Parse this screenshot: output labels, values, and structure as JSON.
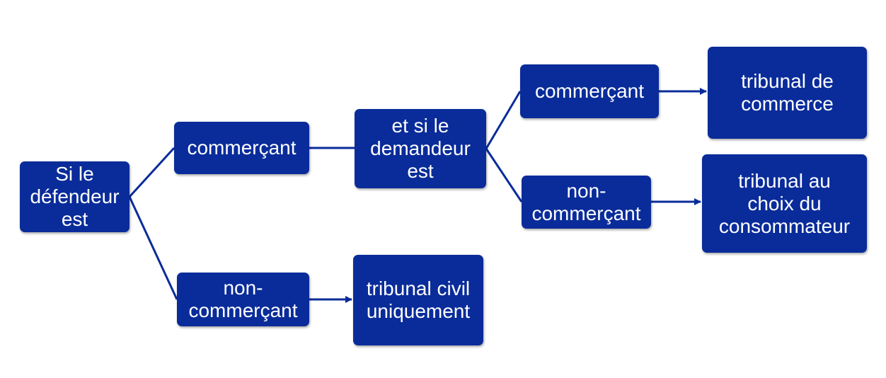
{
  "diagram": {
    "nodes": {
      "defendeur": "Si le\ndéfendeur\nest",
      "commercant_1": "commerçant",
      "non_commercant_1": "non-\ncommerçant",
      "demandeur": "et si le\ndemandeur\nest",
      "tribunal_civil": "tribunal civil\nuniquement",
      "commercant_2": "commerçant",
      "non_commercant_2": "non-\ncommerçant",
      "tribunal_commerce": "tribunal de\ncommerce",
      "tribunal_choix": "tribunal au\nchoix du\nconsommateur"
    },
    "edges": [
      {
        "from": "defendeur",
        "to": "commercant_1",
        "style": "line"
      },
      {
        "from": "defendeur",
        "to": "non_commercant_1",
        "style": "line"
      },
      {
        "from": "commercant_1",
        "to": "demandeur",
        "style": "line"
      },
      {
        "from": "non_commercant_1",
        "to": "tribunal_civil",
        "style": "arrow"
      },
      {
        "from": "demandeur",
        "to": "commercant_2",
        "style": "line"
      },
      {
        "from": "demandeur",
        "to": "non_commercant_2",
        "style": "line"
      },
      {
        "from": "commercant_2",
        "to": "tribunal_commerce",
        "style": "arrow"
      },
      {
        "from": "non_commercant_2",
        "to": "tribunal_choix",
        "style": "arrow"
      }
    ],
    "colors": {
      "node_fill": "#0a2c9a",
      "node_text": "#ffffff",
      "connector": "#0a2c9a"
    }
  }
}
